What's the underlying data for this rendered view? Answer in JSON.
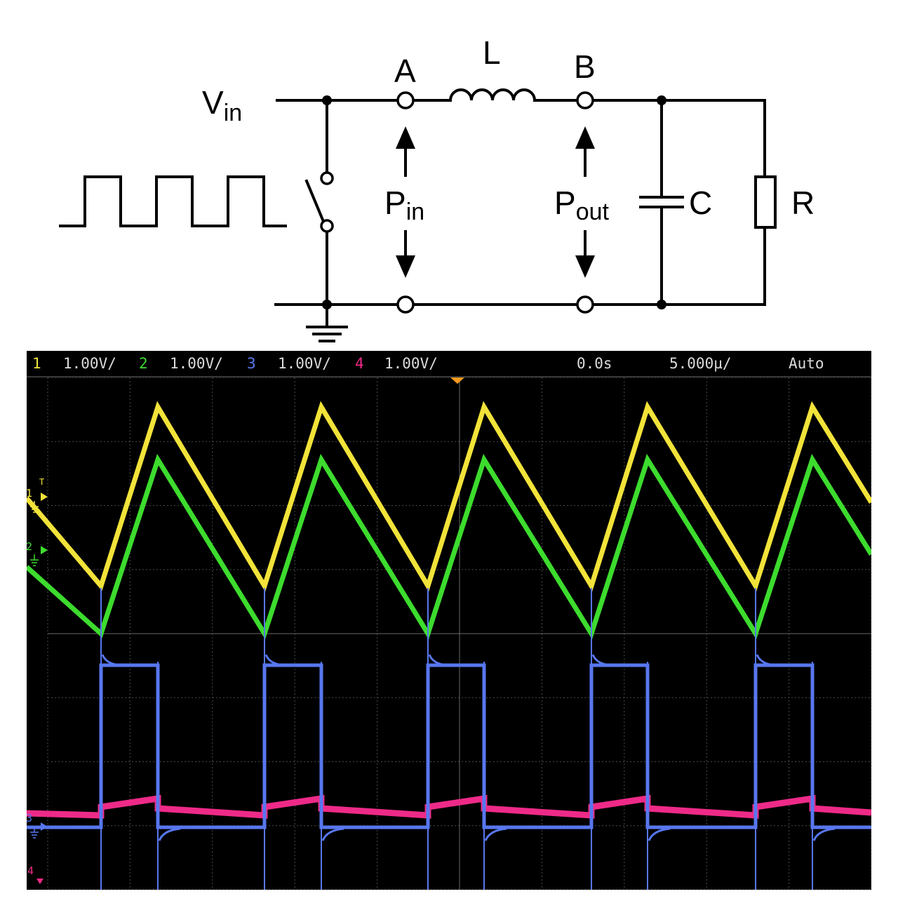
{
  "circuit": {
    "vin": {
      "main": "V",
      "sub": "in"
    },
    "node_a": "A",
    "node_b": "B",
    "inductor": "L",
    "capacitor": "C",
    "resistor": "R",
    "pin": {
      "main": "P",
      "sub": "in"
    },
    "pout": {
      "main": "P",
      "sub": "out"
    }
  },
  "scope": {
    "channels": [
      {
        "num": "1",
        "scale": "1.00V/",
        "color": "#f2e33a"
      },
      {
        "num": "2",
        "scale": "1.00V/",
        "color": "#3ddc2e"
      },
      {
        "num": "3",
        "scale": "1.00V/",
        "color": "#5877ef"
      },
      {
        "num": "4",
        "scale": "1.00V/",
        "color": "#ee2a88"
      }
    ],
    "delay": "0.0s",
    "timebase": "5.000µ/",
    "trigger_mode": "Auto",
    "markers": {
      "ch1": "1",
      "trig": "T",
      "ch2": "2",
      "ch3": "3",
      "ch4": "4"
    }
  }
}
